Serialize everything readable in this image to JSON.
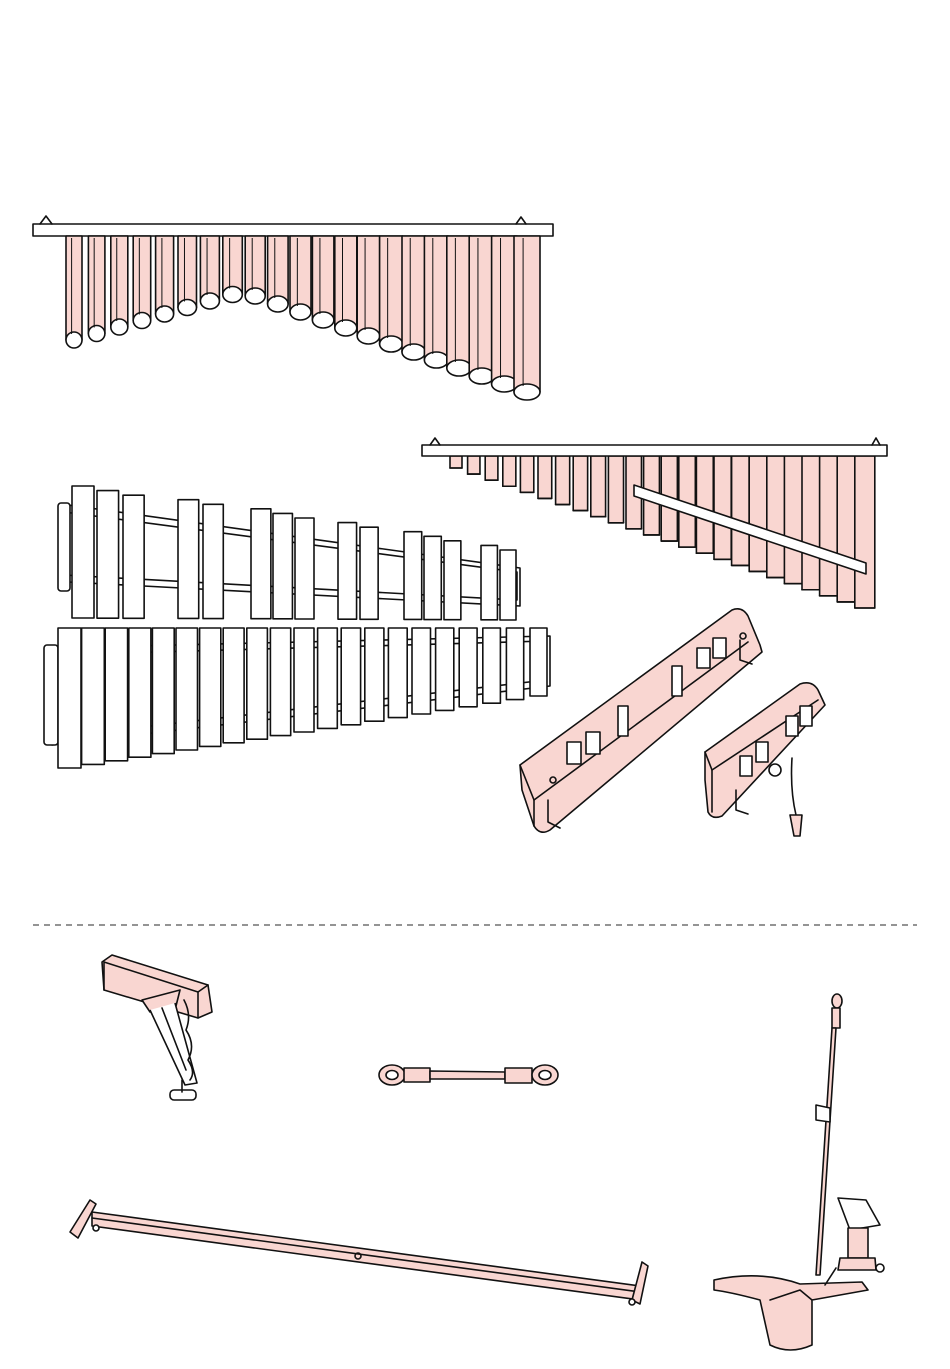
{
  "colors": {
    "ink": "#111111",
    "highlight": "#f9d6d1",
    "paper": "#ffffff",
    "divider": "#555555"
  },
  "parts": [
    {
      "id": "resonator-upper",
      "highlighted": true
    },
    {
      "id": "resonator-lower",
      "highlighted": true
    },
    {
      "id": "bar-keyboard",
      "highlighted": false
    },
    {
      "id": "end-frame-left",
      "highlighted": true
    },
    {
      "id": "end-frame-right",
      "highlighted": true
    },
    {
      "id": "clamp-bracket",
      "highlighted": true
    },
    {
      "id": "connecting-rod",
      "highlighted": true
    },
    {
      "id": "cross-beam",
      "highlighted": true
    },
    {
      "id": "damper-pedal-stand",
      "highlighted": true
    }
  ]
}
